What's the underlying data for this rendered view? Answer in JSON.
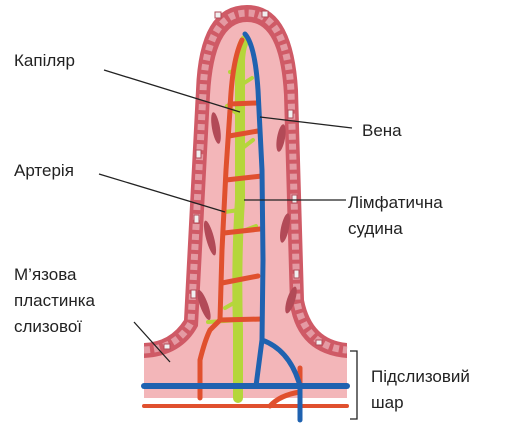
{
  "labels": {
    "capillary": "Капіляр",
    "vein": "Вена",
    "artery": "Артерія",
    "lymph_line1": "Лімфатична",
    "lymph_line2": "судина",
    "muscle_line1": "М’язова",
    "muscle_line2": "пластинка",
    "muscle_line3": "слизової",
    "submucosa_line1": "Підслизовий",
    "submucosa_line2": "шар"
  },
  "colors": {
    "epithelium": "#cf5a66",
    "epithelium_cells": "#e49aa3",
    "goblet_cells": "#f0f0f0",
    "lamina_propria": "#f3b6b9",
    "muscle": "#b24a57",
    "artery": "#e0502e",
    "vein": "#1f62b0",
    "lymph_vessel": "#b5d63b",
    "leader_lines": "#222222"
  }
}
